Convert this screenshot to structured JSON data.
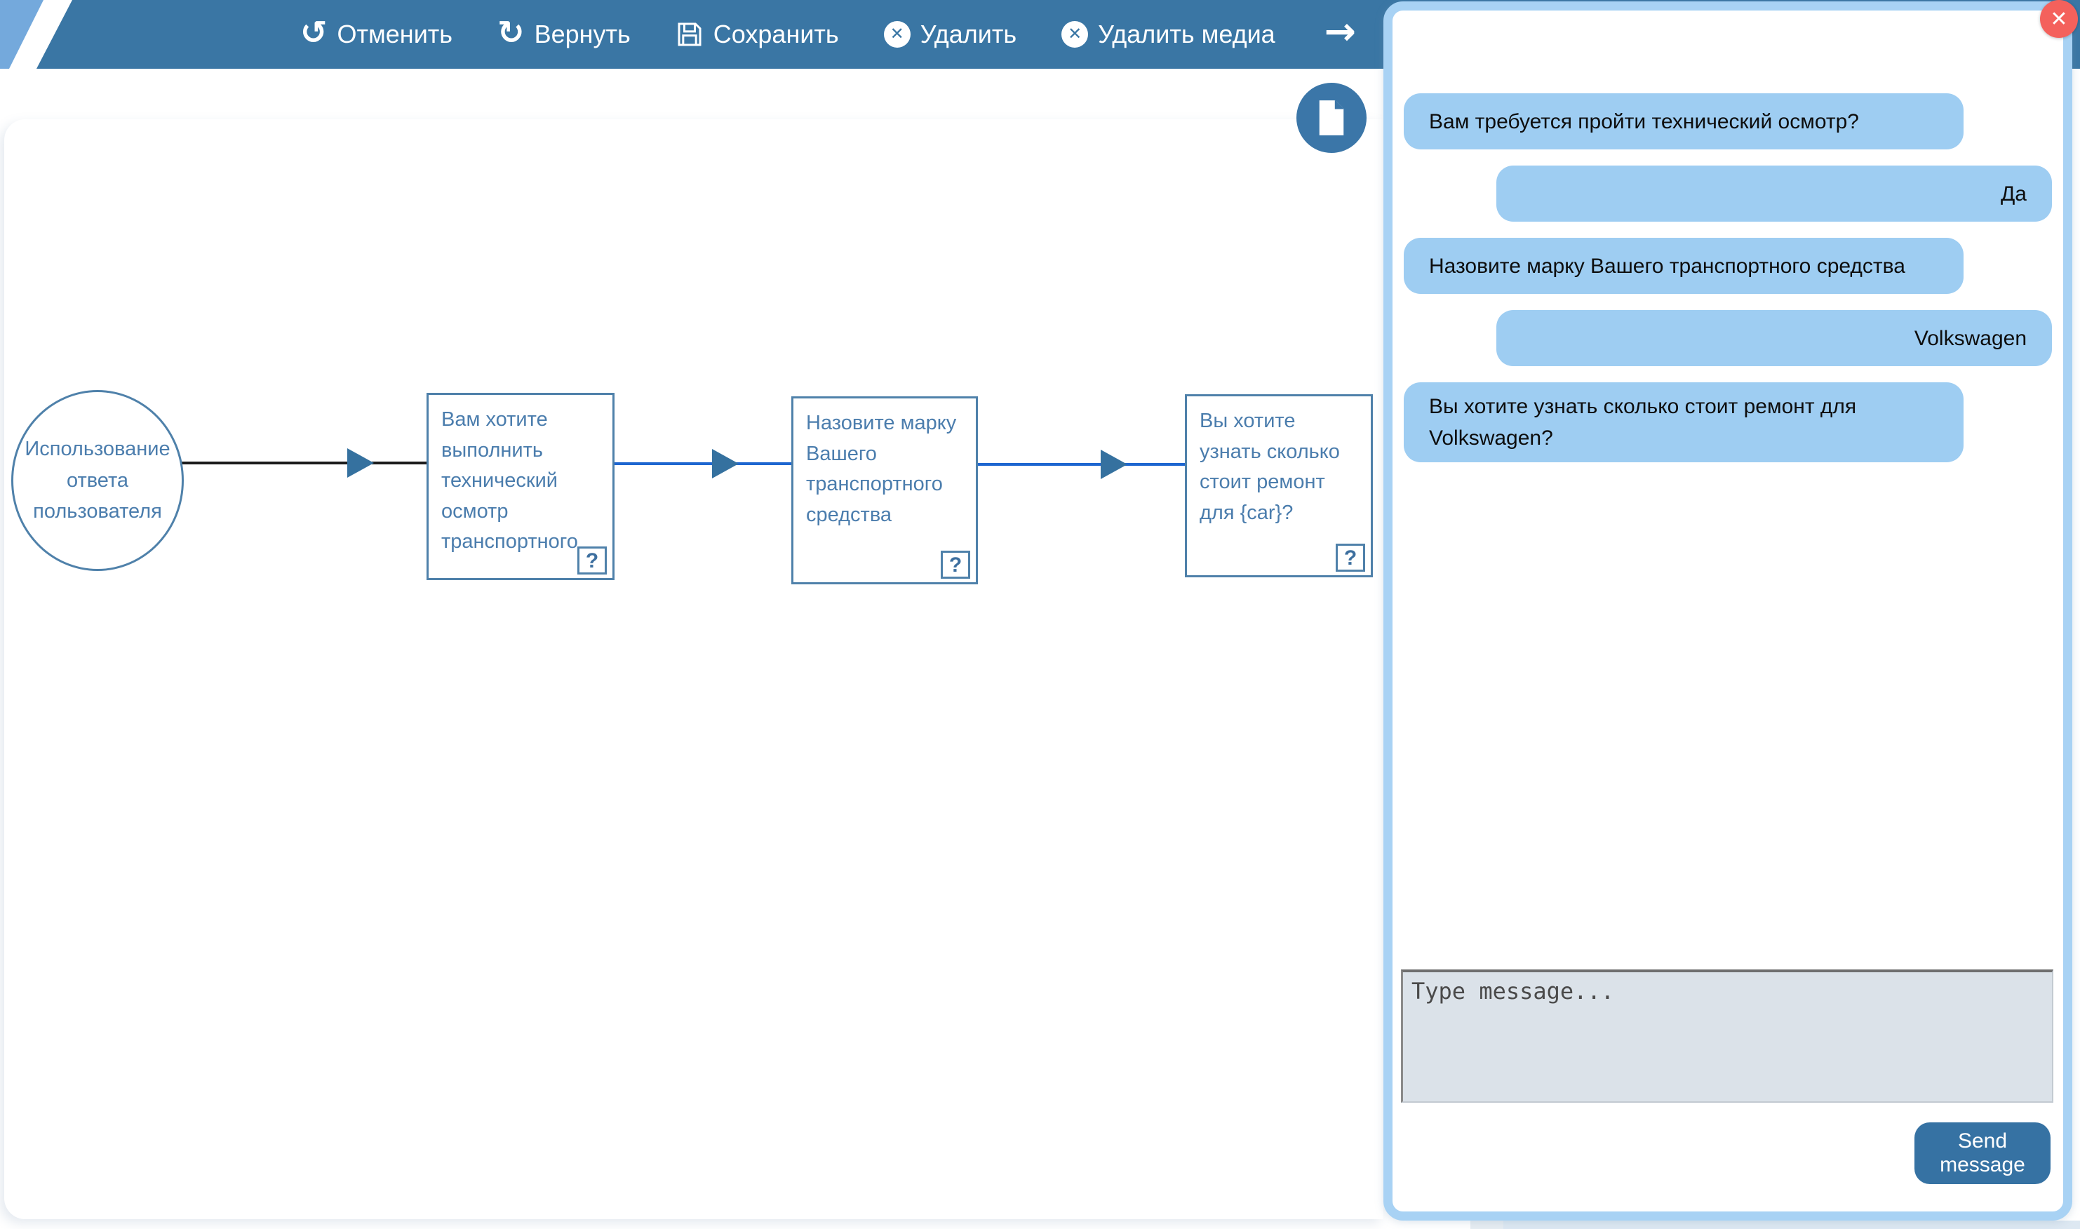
{
  "toolbar": {
    "undo_label": "Отменить",
    "redo_label": "Вернуть",
    "save_label": "Сохранить",
    "delete_label": "Удалить",
    "delete_media_label": "Удалить медиа",
    "bg_color": "#3a76a4",
    "brand_stripe_color": "#74a9dc"
  },
  "icons": {
    "undo": "↺",
    "redo": "↻",
    "delete_x": "✕",
    "arrow_right": "→",
    "close": "✕"
  },
  "canvas": {
    "start_node": {
      "text": "Использование ответа пользователя"
    },
    "nodes": [
      {
        "text": "Вам хотите выполнить технический осмотр транспортного",
        "help_label": "?"
      },
      {
        "text": "Назовите марку Вашего транспортного средства",
        "help_label": "?"
      },
      {
        "text": "Вы хотите узнать сколько стоит ремонт для {car}?",
        "help_label": "?"
      }
    ],
    "node_border_color": "#4f81aa",
    "node_text_color": "#4b7dad",
    "edge_color_first": "#1b1b1b",
    "edge_color_rest": "#1e66d0",
    "arrowhead_color": "#35719f"
  },
  "chat": {
    "messages": [
      {
        "from": "bot",
        "text": "Вам требуется пройти технический осмотр?"
      },
      {
        "from": "user",
        "text": "Да"
      },
      {
        "from": "bot",
        "text": "Назовите марку Вашего транспортного средства"
      },
      {
        "from": "user",
        "text": "Volkswagen"
      },
      {
        "from": "bot",
        "text": "Вы хотите узнать сколько стоит ремонт для Volkswagen?"
      }
    ],
    "input_placeholder": "Type message...",
    "send_label": "Send message",
    "bubble_color": "#9ecdf2",
    "panel_border_color": "#a8d2f4",
    "close_color": "#f4615c"
  }
}
